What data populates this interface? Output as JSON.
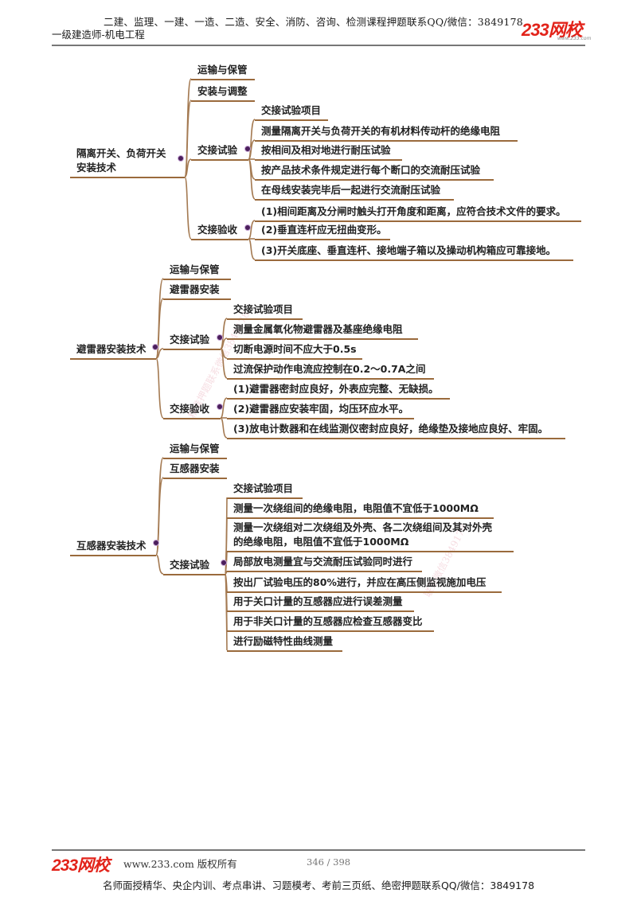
{
  "header": {
    "promo": "二建、监理、一建、一造、二造、安全、消防、咨询、检测课程押题联系QQ/微信：3849178",
    "subject": "一级建造师-机电工程",
    "logo": "233网校",
    "logo_url": "www.233.com"
  },
  "colors": {
    "branch_line": "#9a6a3c",
    "bubble": "#4b1f5c",
    "logo_red": "#e2231a"
  },
  "watermarks": [
    "精准押题联系微信3849178",
    "联系微信3849178"
  ],
  "mindmap": [
    {
      "root": "隔离开关、负荷开关\n安装技术",
      "children": [
        {
          "label": "运输与保管"
        },
        {
          "label": "安装与调整"
        },
        {
          "label": "交接试验",
          "children": [
            "交接试验项目",
            "测量隔离开关与负荷开关的有机材料传动杆的绝缘电阻",
            "按相间及相对地进行耐压试验",
            "按产品技术条件规定进行每个断口的交流耐压试验",
            "在母线安装完毕后一起进行交流耐压试验"
          ]
        },
        {
          "label": "交接验收",
          "children": [
            "(1)相间距离及分闸时触头打开角度和距离，应符合技术文件的要求。",
            "(2)垂直连杆应无扭曲变形。",
            "(3)开关底座、垂直连杆、接地端子箱以及操动机构箱应可靠接地。"
          ]
        }
      ]
    },
    {
      "root": "避雷器安装技术",
      "children": [
        {
          "label": "运输与保管"
        },
        {
          "label": "避雷器安装"
        },
        {
          "label": "交接试验",
          "children": [
            "交接试验项目",
            "测量金属氧化物避雷器及基座绝缘电阻",
            "切断电源时间不应大于0.5s",
            "过流保护动作电流应控制在0.2～0.7A之间"
          ]
        },
        {
          "label": "交接验收",
          "children": [
            "(1)避雷器密封应良好，外表应完整、无缺损。",
            "(2)避雷器应安装牢固，均压环应水平。",
            "(3)放电计数器和在线监测仪密封应良好，绝缘垫及接地应良好、牢固。"
          ]
        }
      ]
    },
    {
      "root": "互感器安装技术",
      "children": [
        {
          "label": "运输与保管"
        },
        {
          "label": "互感器安装"
        },
        {
          "label": "交接试验",
          "children": [
            "交接试验项目",
            "测量一次绕组间的绝缘电阻，电阻值不宜低于1000MΩ",
            "测量一次绕组对二次绕组及外壳、各二次绕组间及其对外壳\n的绝缘电阻，电阻值不宜低于1000MΩ",
            "局部放电测量宜与交流耐压试验同时进行",
            "按出厂试验电压的80%进行，并应在高压侧监视施加电压",
            "用于关口计量的互感器应进行误差测量",
            "用于非关口计量的互感器应检查互感器变比",
            "进行励磁特性曲线测量"
          ]
        }
      ]
    }
  ],
  "footer": {
    "logo": "233网校",
    "site": "www.233.com 版权所有",
    "page": "346 / 398",
    "promo": "名师面授精华、央企内训、考点串讲、习题模考、考前三页纸、绝密押题联系QQ/微信：3849178"
  }
}
